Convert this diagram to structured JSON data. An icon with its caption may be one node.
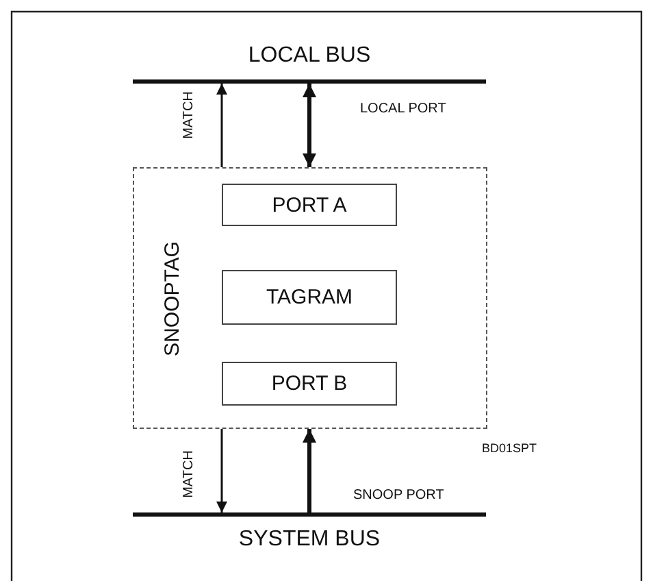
{
  "diagram": {
    "nodes": [
      {
        "text": [
          "LOCAL BUS"
        ]
      },
      {
        "text": [
          "SNOOPTAG"
        ]
      },
      {
        "text": [
          "PORT A"
        ],
        "in": 1
      },
      {
        "text": [
          "TAGRAM"
        ],
        "in": 1
      },
      {
        "text": [
          "PORT B"
        ],
        "in": 1
      },
      {
        "text": [
          "SYSTEM BUS"
        ]
      }
    ],
    "edges": [
      {
        "from": 1,
        "to": 0,
        "arrow": "to",
        "label": "MATCH"
      },
      {
        "from": 0,
        "to": 1,
        "arrow": "both",
        "label": "LOCAL PORT",
        "style": "thick"
      },
      {
        "from": 1,
        "to": 5,
        "arrow": "to",
        "label": "MATCH"
      },
      {
        "from": 5,
        "to": 1,
        "arrow": "to",
        "label": "SNOOP PORT",
        "style": "thick"
      }
    ],
    "labels": [
      "BD01SPT"
    ]
  }
}
